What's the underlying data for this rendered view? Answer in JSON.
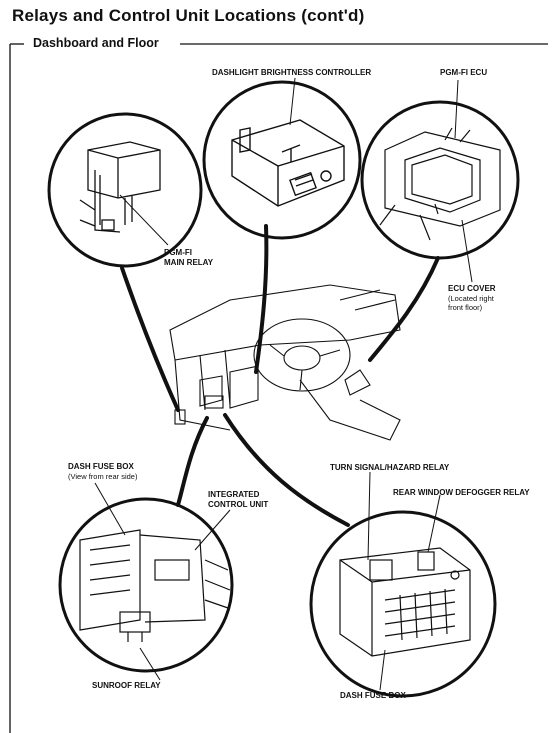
{
  "header": {
    "title": "Relays and Control Unit Locations (cont'd)",
    "section": "Dashboard and Floor"
  },
  "labels": {
    "dashlight": "DASHLIGHT BRIGHTNESS CONTROLLER",
    "pgmfi_ecu": "PGM-FI ECU",
    "pgmfi_main_relay_1": "PGM-FI",
    "pgmfi_main_relay_2": "MAIN RELAY",
    "ecu_cover": "ECU COVER",
    "ecu_cover_note_1": "(Located right",
    "ecu_cover_note_2": "front floor)",
    "dash_fuse_box_left": "DASH FUSE BOX",
    "dash_fuse_box_left_note": "(View from rear side)",
    "integrated_1": "INTEGRATED",
    "integrated_2": "CONTROL UNIT",
    "turn_signal": "TURN SIGNAL/HAZARD RELAY",
    "rear_window": "REAR WINDOW DEFOGGER RELAY",
    "sunroof": "SUNROOF RELAY",
    "dash_fuse_box_bottom": "DASH FUSE BOX"
  }
}
